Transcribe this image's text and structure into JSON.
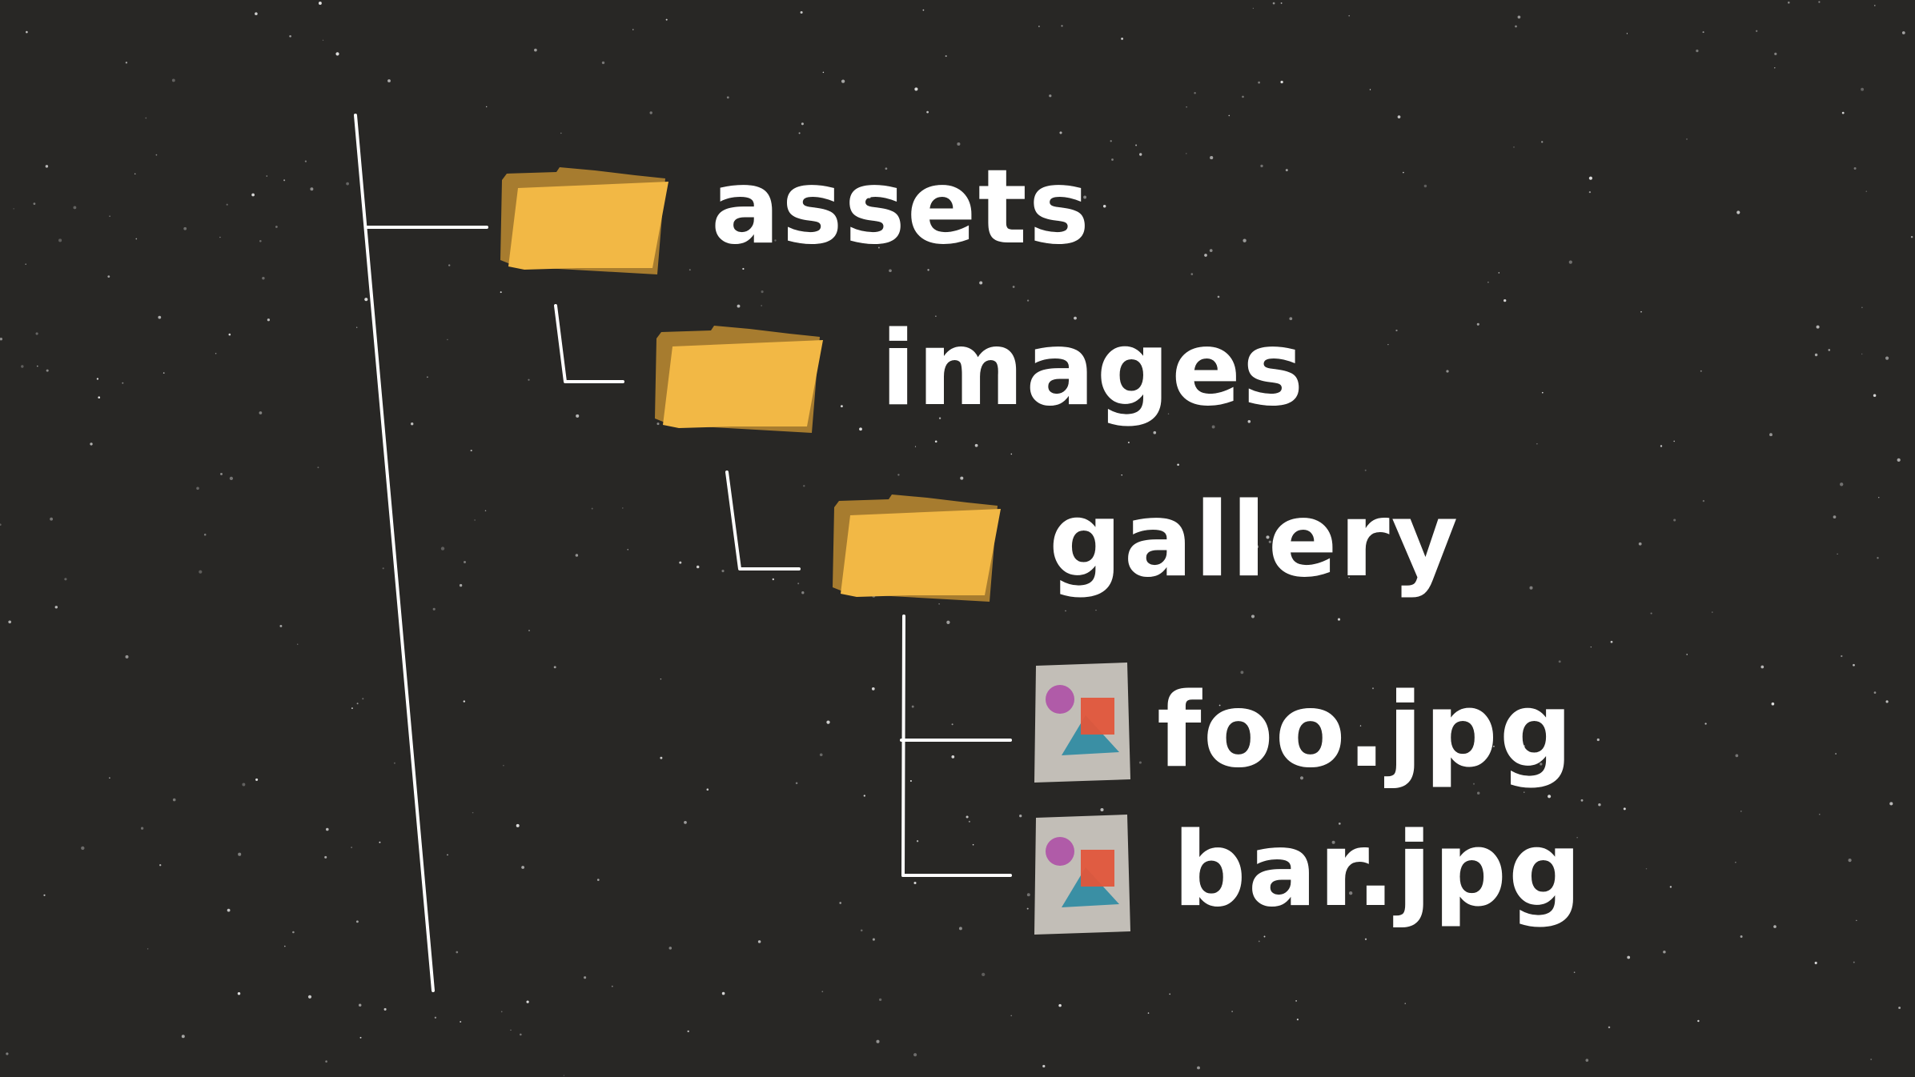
{
  "tree": {
    "assets": {
      "label": "assets"
    },
    "images": {
      "label": "images"
    },
    "gallery": {
      "label": "gallery"
    },
    "files": [
      {
        "label": "foo.jpg"
      },
      {
        "label": "bar.jpg"
      }
    ]
  },
  "colors": {
    "background": "#282725",
    "folder_front": "#F2B845",
    "folder_back": "#A77C2F",
    "line": "#FFFFFF",
    "label": "#FFFFFF",
    "file_card": "#C2BEB7",
    "file_circle": "#B05BA8",
    "file_square": "#E2563B",
    "file_triangle": "#3A8FA4"
  },
  "icons": {
    "folder": "folder-icon",
    "image_file": "image-file-icon"
  }
}
